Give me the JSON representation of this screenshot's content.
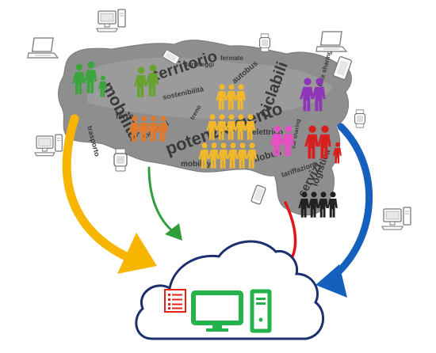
{
  "region_words": {
    "large": [
      "mobilità",
      "territorio",
      "potenziamento",
      "ciclabili",
      "servizi"
    ],
    "medium": [
      "parcheggi",
      "fermate",
      "sostenibilità",
      "elettrico",
      "filobus",
      "trasporto",
      "ferro",
      "incentivi",
      "logistica",
      "tariffazione",
      "autobus",
      "treno",
      "mobility",
      "car sharing",
      "bike sharing"
    ]
  },
  "colors": {
    "region_fill": "#8e8e8e",
    "arrow_yellow": "#f7b500",
    "arrow_green": "#2e9d3a",
    "arrow_red": "#e3141b",
    "arrow_blue": "#1560bd",
    "cloud_outline": "#1b2f6e",
    "computer_green": "#24b24b",
    "document_red": "#e2231a",
    "people": [
      "#3aa53a",
      "#67a12f",
      "#e07a2f",
      "#f0b82a",
      "#e84fc4",
      "#8e35b8",
      "#d81e1e",
      "#222222"
    ]
  },
  "icons": {
    "devices": [
      "desktop-computer-icon",
      "laptop-icon",
      "smartwatch-icon",
      "smartphone-icon",
      "tablet-icon"
    ],
    "cloud_contents": [
      "document-list-icon",
      "monitor-icon",
      "computer-tower-icon"
    ]
  }
}
